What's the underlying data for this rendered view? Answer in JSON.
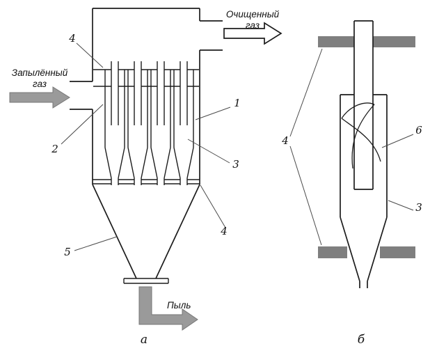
{
  "figure_a": {
    "caption": "а",
    "inlet": {
      "line1": "Запылённый",
      "line2": "газ"
    },
    "outlet": {
      "line1": "Очищенный",
      "line2": "газ"
    },
    "dust_label": "Пыль",
    "callouts": {
      "plate_top": "4",
      "inlet_chamber": "2",
      "element_body": "1",
      "exhaust_pipe": "3",
      "plate_bottom": "4",
      "hopper": "5"
    }
  },
  "figure_b": {
    "caption": "б",
    "callouts": {
      "tube_plates": "4",
      "swirl_vane": "6",
      "element_body": "3"
    }
  },
  "colors": {
    "line": "#1c1c1c",
    "arrow_gray": "#9a9a9a",
    "arrow_gray_edge": "#777777",
    "plate_gray": "#7f7f7f",
    "outlet_arrow_fill": "#ffffff"
  }
}
